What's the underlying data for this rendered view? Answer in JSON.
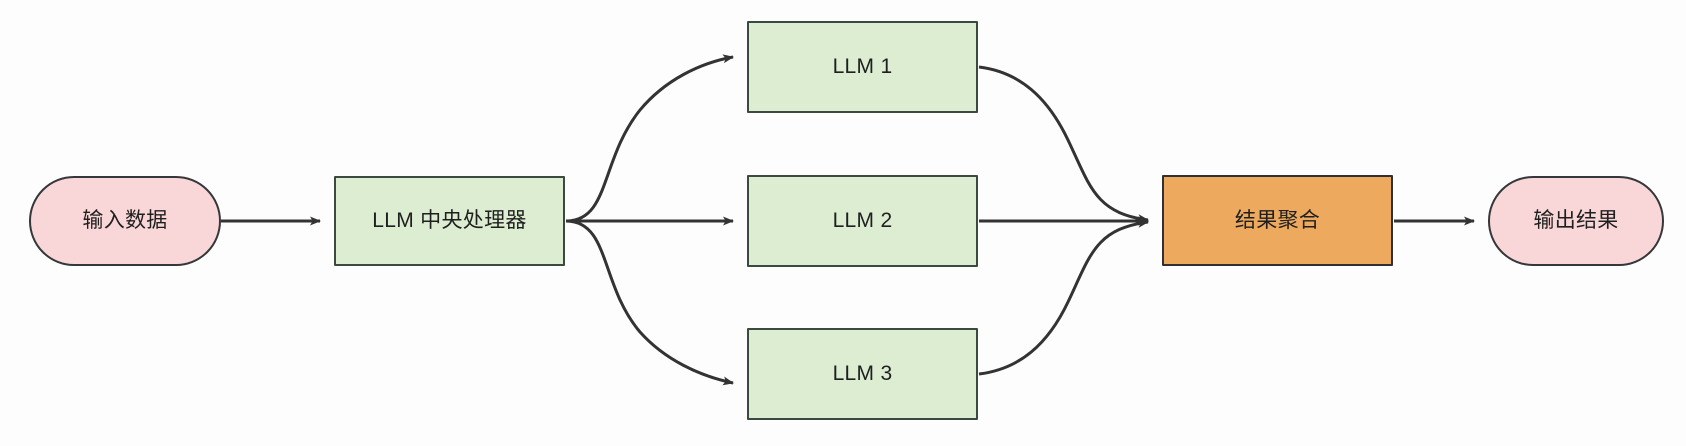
{
  "diagram": {
    "type": "flowchart",
    "direction": "left-to-right",
    "background": "#fdfdfd",
    "nodes": [
      {
        "id": "input",
        "label": "输入数据",
        "shape": "stadium",
        "fill": "#f9d7d9",
        "stroke": "#36373a"
      },
      {
        "id": "dispatcher",
        "label": "LLM 中央处理器",
        "shape": "rectangle",
        "fill": "#dcedd2",
        "stroke": "#3a4a40"
      },
      {
        "id": "llm1",
        "label": "LLM 1",
        "shape": "rectangle",
        "fill": "#dcedd2",
        "stroke": "#3a4a40"
      },
      {
        "id": "llm2",
        "label": "LLM 2",
        "shape": "rectangle",
        "fill": "#dcedd2",
        "stroke": "#3a4a40"
      },
      {
        "id": "llm3",
        "label": "LLM 3",
        "shape": "rectangle",
        "fill": "#dcedd2",
        "stroke": "#3a4a40"
      },
      {
        "id": "aggregate",
        "label": "结果聚合",
        "shape": "rectangle",
        "fill": "#eda95e",
        "stroke": "#2f3033"
      },
      {
        "id": "output",
        "label": "输出结果",
        "shape": "stadium",
        "fill": "#f9d7d9",
        "stroke": "#36373a"
      }
    ],
    "edges": [
      {
        "from": "input",
        "to": "dispatcher",
        "label": "",
        "style": "straight-arrow"
      },
      {
        "from": "dispatcher",
        "to": "llm1",
        "label": "",
        "style": "curved-arrow"
      },
      {
        "from": "dispatcher",
        "to": "llm2",
        "label": "",
        "style": "straight-arrow"
      },
      {
        "from": "dispatcher",
        "to": "llm3",
        "label": "",
        "style": "curved-arrow"
      },
      {
        "from": "llm1",
        "to": "aggregate",
        "label": "",
        "style": "curved-arrow"
      },
      {
        "from": "llm2",
        "to": "aggregate",
        "label": "",
        "style": "straight-arrow"
      },
      {
        "from": "llm3",
        "to": "aggregate",
        "label": "",
        "style": "curved-arrow"
      },
      {
        "from": "aggregate",
        "to": "output",
        "label": "",
        "style": "straight-arrow"
      }
    ]
  }
}
